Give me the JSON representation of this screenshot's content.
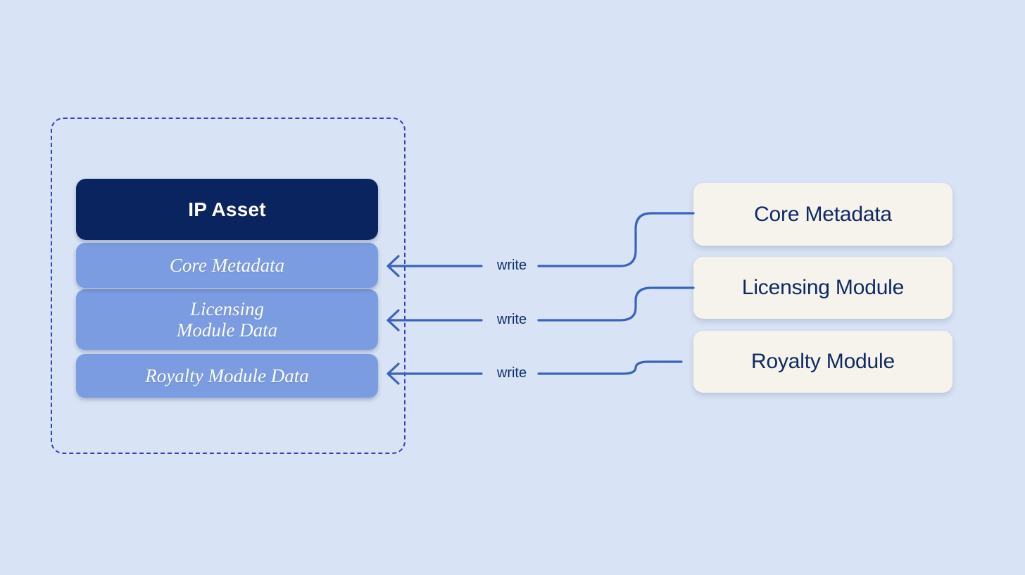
{
  "diagram": {
    "title": "IP Asset module write diagram",
    "background_color": "#d8e3f5",
    "container": {
      "name": "ip-asset-container",
      "border_style": "dashed",
      "border_color": "#3340cc"
    },
    "ip_asset": {
      "label": "IP Asset",
      "color": "#0a2460",
      "text_color": "#ffffff"
    },
    "data_layers": [
      {
        "label": "Core Metadata",
        "color": "#7b9ce0"
      },
      {
        "label": "Licensing\nModule Data",
        "line1": "Licensing",
        "line2": "Module Data",
        "color": "#7b9ce0"
      },
      {
        "label": "Royalty Module Data",
        "color": "#7b9ce0"
      }
    ],
    "modules": [
      {
        "label": "Core Metadata",
        "color": "#f5f3ec",
        "text_color": "#0f2a63"
      },
      {
        "label": "Licensing Module",
        "color": "#f5f3ec",
        "text_color": "#0f2a63"
      },
      {
        "label": "Royalty Module",
        "color": "#f5f3ec",
        "text_color": "#0f2a63"
      }
    ],
    "connectors": [
      {
        "label": "write",
        "from": "Core Metadata",
        "to": "Core Metadata",
        "color": "#3a63c0"
      },
      {
        "label": "write",
        "from": "Licensing Module",
        "to": "Licensing Module Data",
        "color": "#3a63c0"
      },
      {
        "label": "write",
        "from": "Royalty Module",
        "to": "Royalty Module Data",
        "color": "#3a63c0"
      }
    ]
  }
}
